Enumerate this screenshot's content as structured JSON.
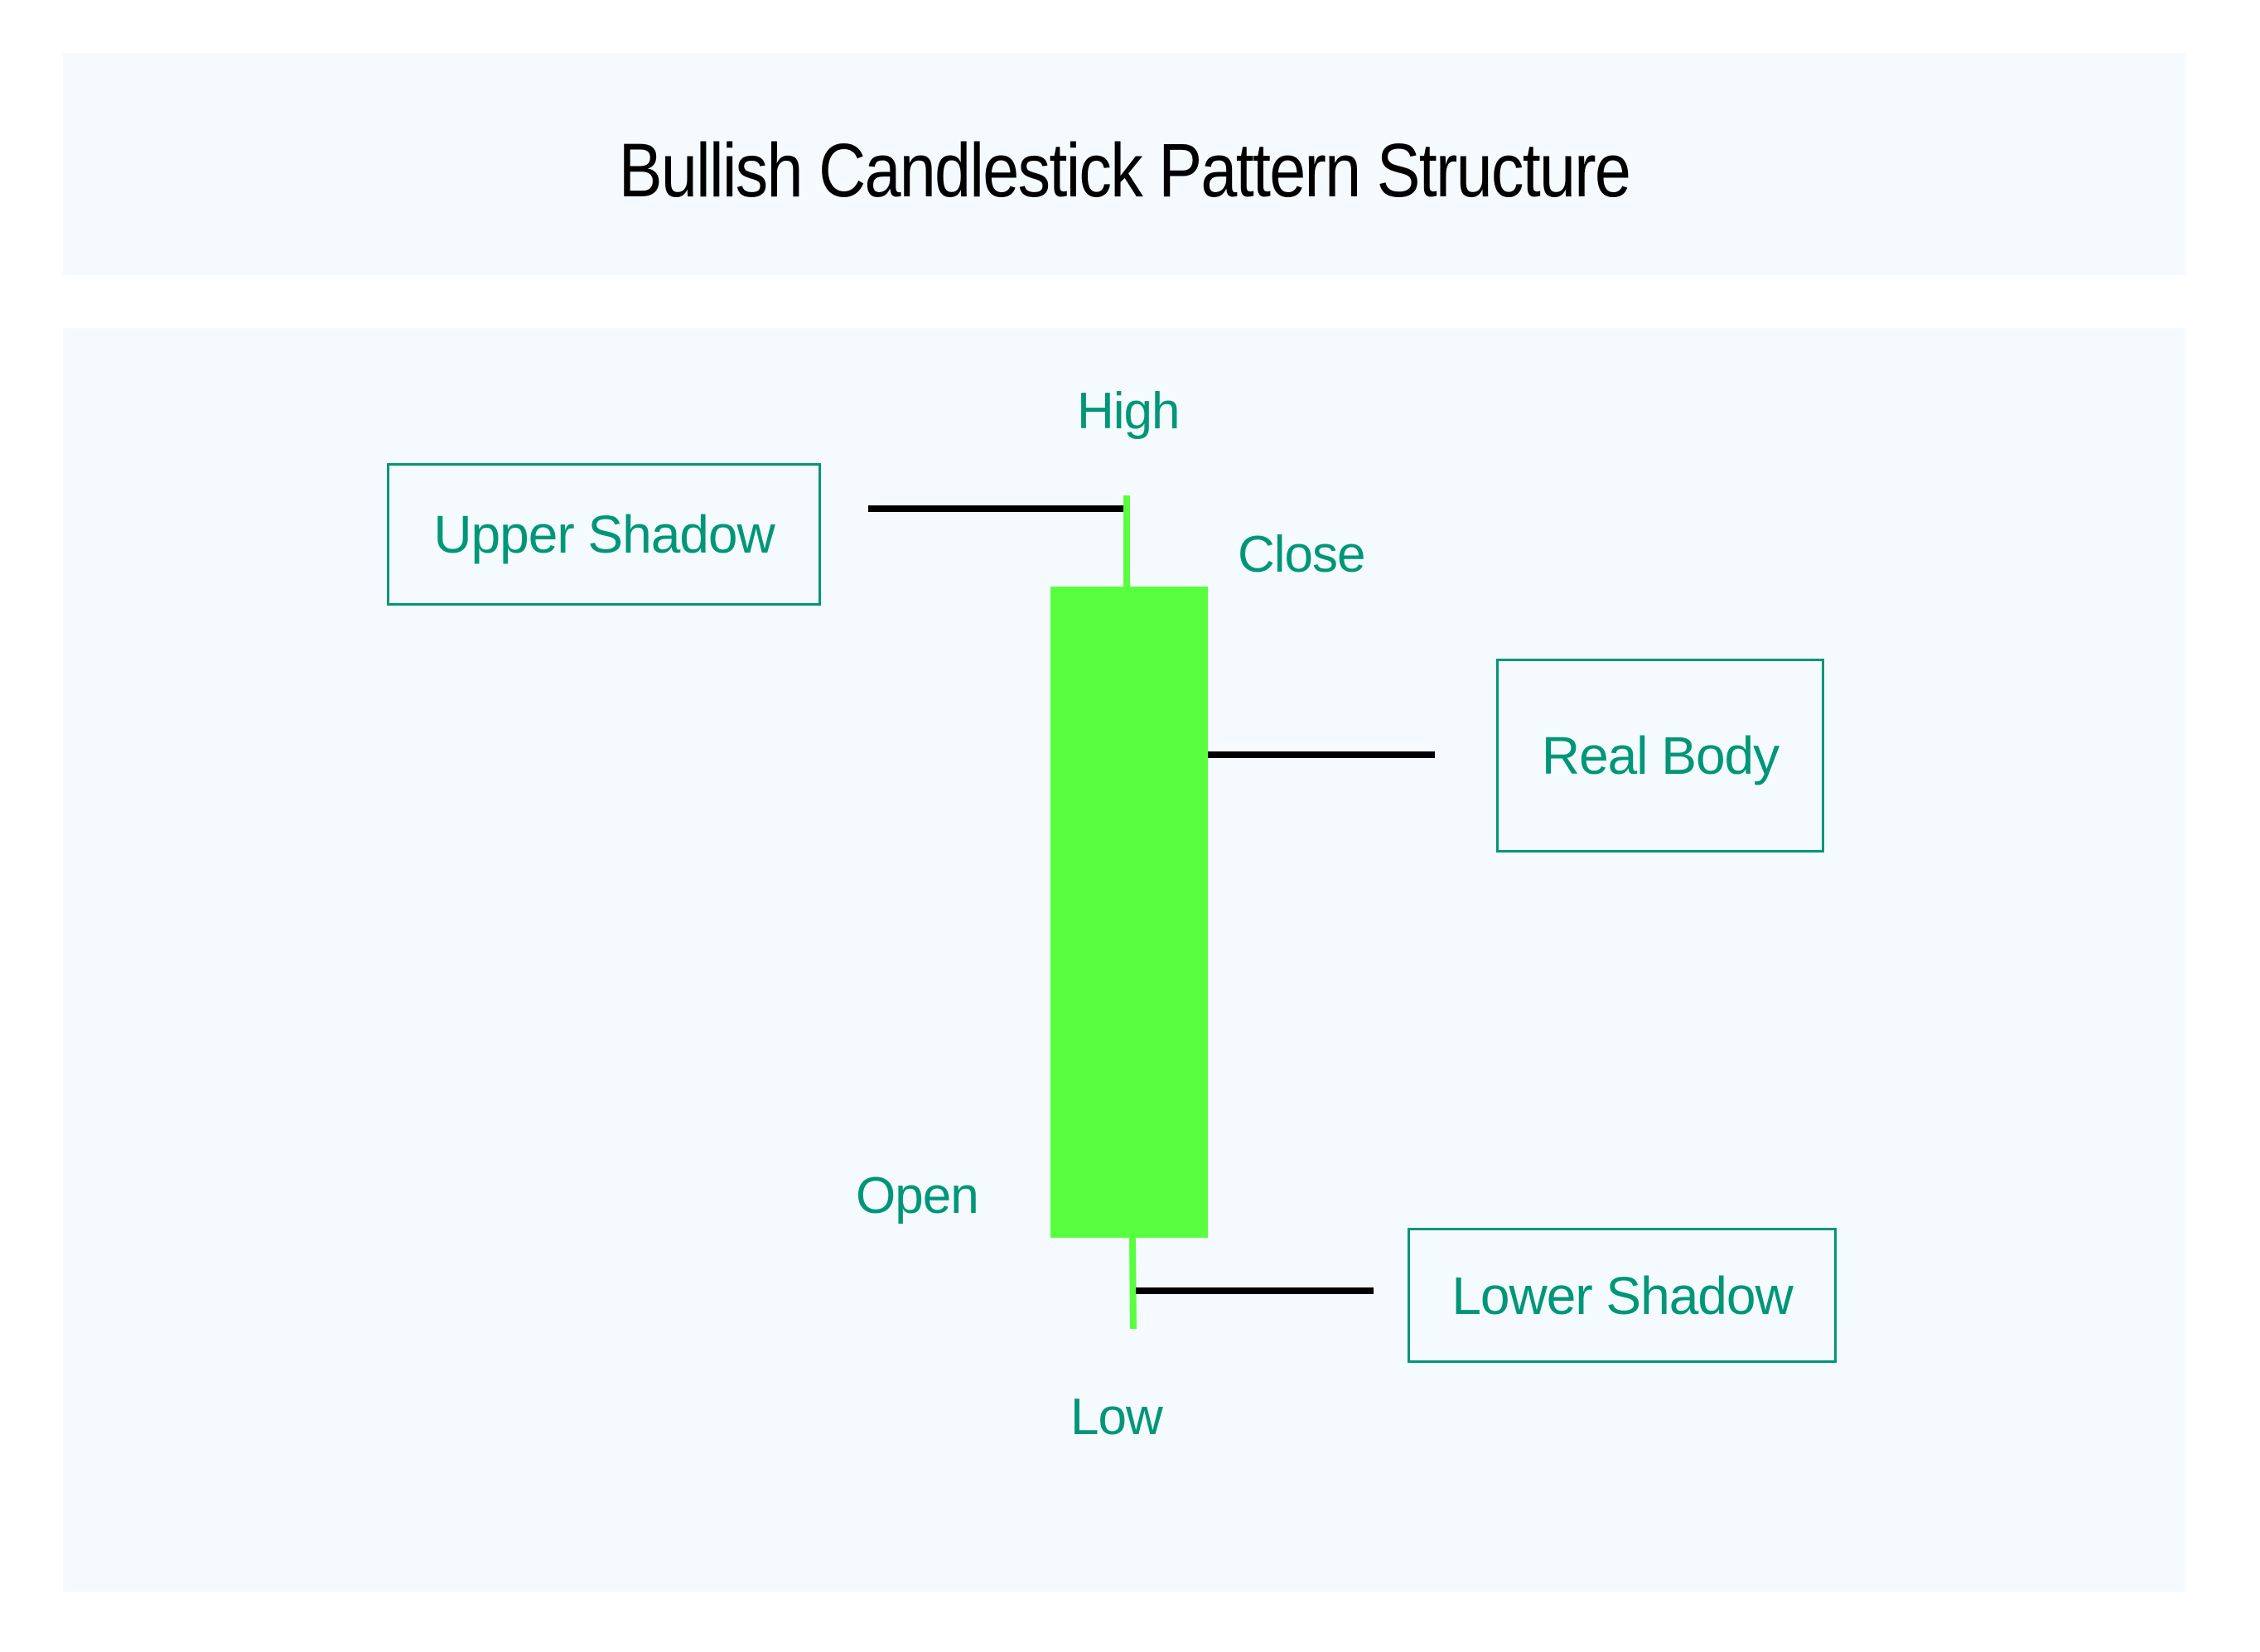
{
  "title": "Bullish Candlestick Pattern Structure",
  "colors": {
    "body_fill": "#57ff3f",
    "wick": "#57ff3f",
    "leader_line": "#000000",
    "label_text": "#009678",
    "box_border": "#009678",
    "panel_background": "#f5fafe"
  },
  "candle": {
    "type": "bullish",
    "price_points": {
      "high": "High",
      "close": "Close",
      "open": "Open",
      "low": "Low"
    }
  },
  "callouts": {
    "upper_shadow": "Upper Shadow",
    "real_body": "Real Body",
    "lower_shadow": "Lower Shadow"
  }
}
